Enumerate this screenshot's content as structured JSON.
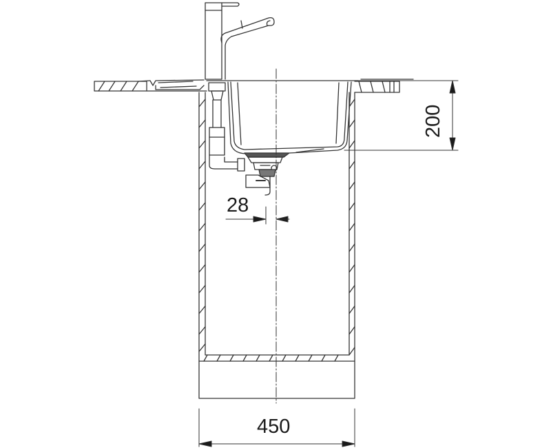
{
  "drawing": {
    "type": "kitchen sink installation cross-section",
    "stroke_color": "#333333",
    "background": "#ffffff",
    "dimensions": {
      "cabinet_width": "450",
      "drain_offset": "28",
      "sink_depth": "200"
    },
    "components": [
      "faucet",
      "countertop",
      "sink-bowl",
      "drain-waste-assembly",
      "cabinet",
      "centerline"
    ]
  }
}
